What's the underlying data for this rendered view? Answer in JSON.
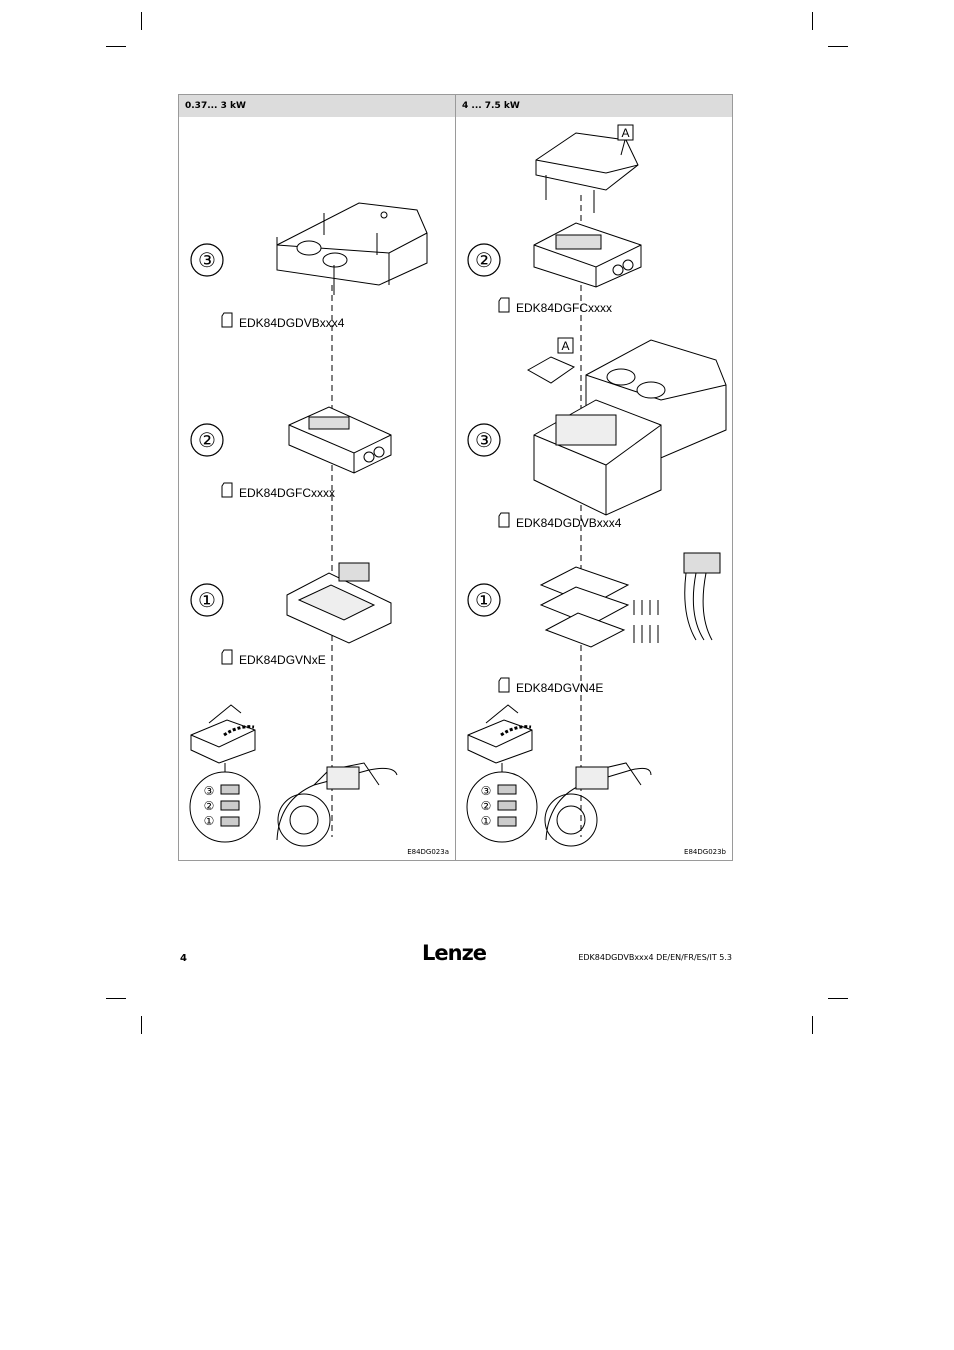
{
  "panels": [
    {
      "header": "0.37... 3 kW",
      "figure_code": "E84DG023a",
      "steps": [
        {
          "number": "③",
          "doc": "EDK84DGDVBxxx4"
        },
        {
          "number": "②",
          "doc": "EDK84DGFCxxxx"
        },
        {
          "number": "①",
          "doc": "EDK84DGVNxE"
        }
      ],
      "legend": [
        "③",
        "②",
        "①"
      ]
    },
    {
      "header": "4 ... 7.5 kW",
      "figure_code": "E84DG023b",
      "steps": [
        {
          "number": "②",
          "doc": "EDK84DGFCxxxx"
        },
        {
          "number": "③",
          "doc": "EDK84DGDVBxxx4"
        },
        {
          "number": "①",
          "doc": "EDK84DGVN4E"
        }
      ],
      "callouts": [
        "A",
        "A"
      ],
      "legend": [
        "③",
        "②",
        "①"
      ]
    }
  ],
  "footer": {
    "page_number": "4",
    "logo": "Lenze",
    "doc_ref": "EDK84DGDVBxxx4  DE/EN/FR/ES/IT  5.3"
  }
}
